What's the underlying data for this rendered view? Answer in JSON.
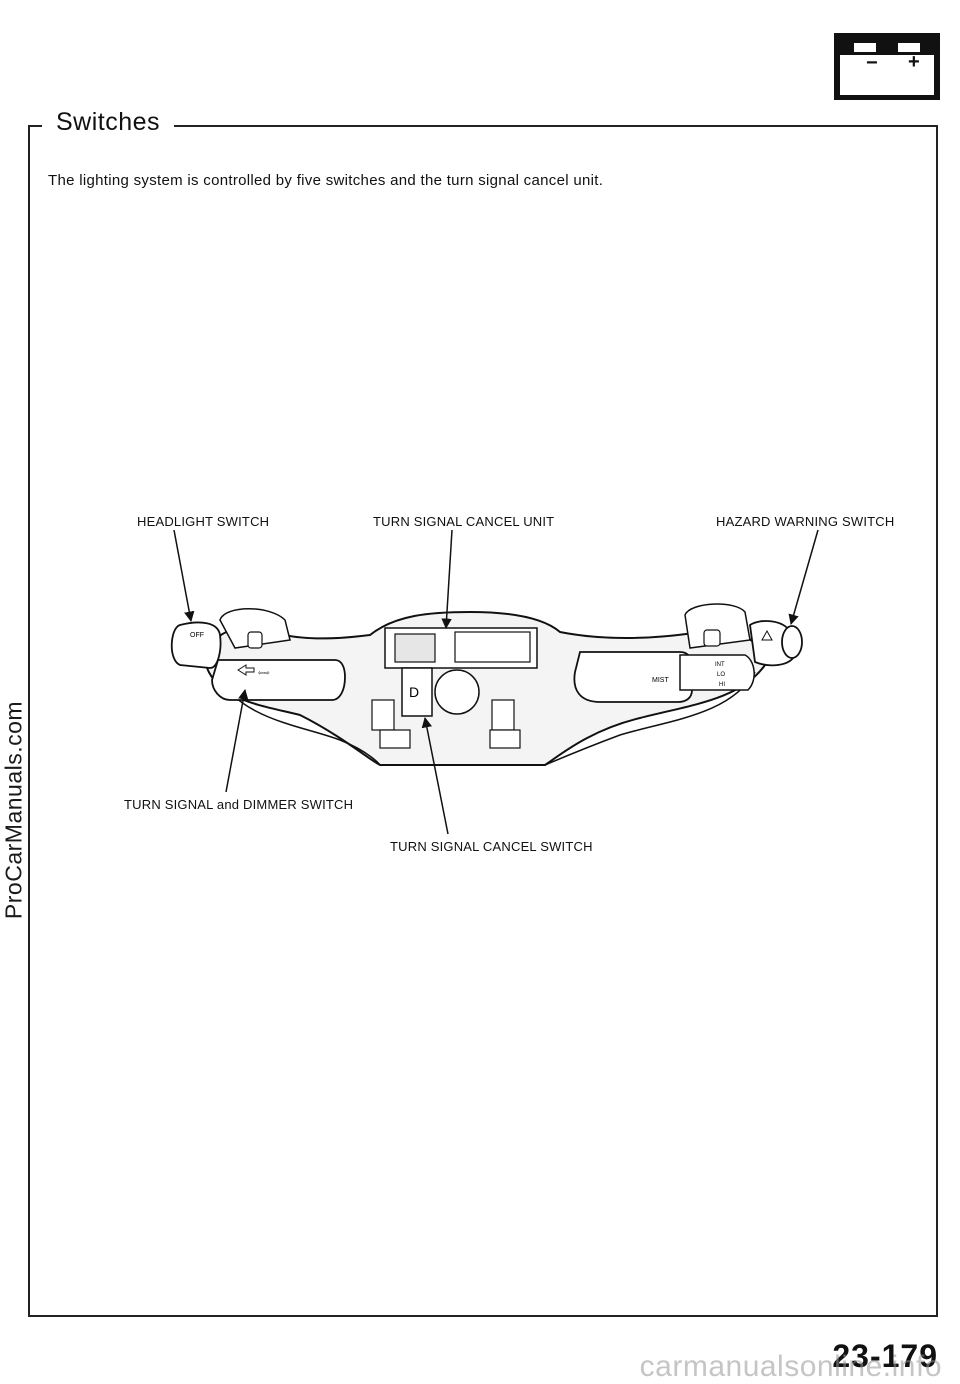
{
  "section_title": "Switches",
  "intro_text": "The lighting system is controlled by five switches and the turn signal cancel unit.",
  "callouts": {
    "headlight": "HEADLIGHT SWITCH",
    "cancel_unit": "TURN  SIGNAL  CANCEL  UNIT",
    "hazard": "HAZARD WARNING SWITCH",
    "turn_dimmer": "TURN  SIGNAL  and  DIMMER  SWITCH",
    "cancel_switch": "TURN SIGNAL CANCEL SWITCH"
  },
  "battery_icon": {
    "minus": "−",
    "plus": "+"
  },
  "side_watermark": "ProCarManuals.com",
  "page_number": "23-179",
  "bottom_watermark": "carmanualsonline.info",
  "diagram_marks": {
    "off": "OFF",
    "d": "D",
    "mist": "MIST",
    "int": "INT",
    "lo": "LO",
    "hi": "HI"
  }
}
